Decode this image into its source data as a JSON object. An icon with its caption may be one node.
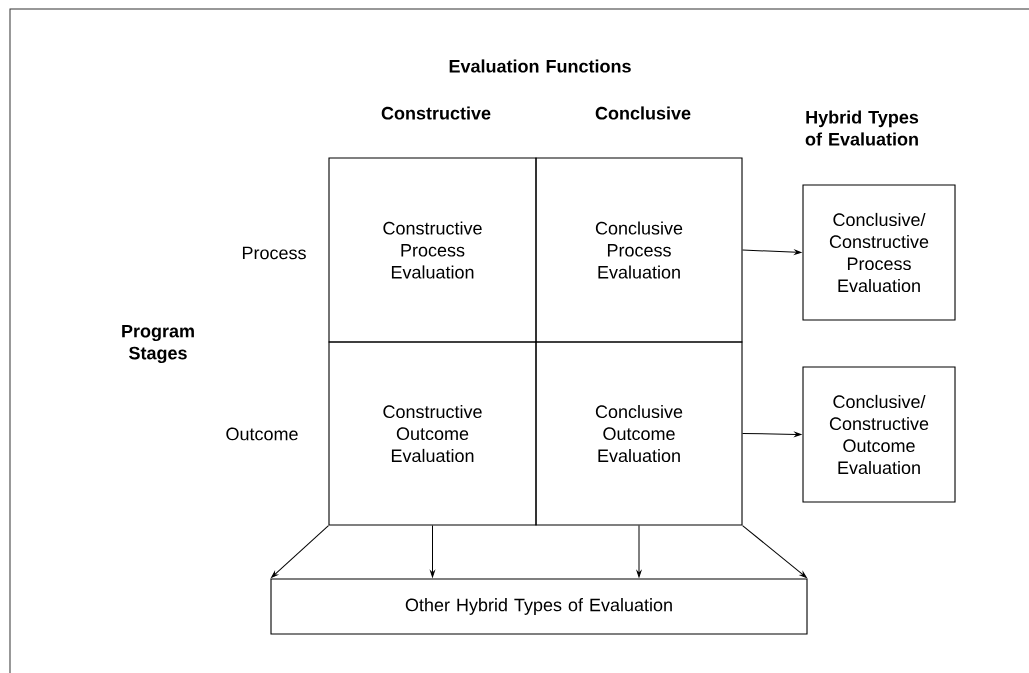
{
  "diagram": {
    "nodes": [
      {
        "text": [
          "Constructive Process Evaluation"
        ]
      },
      {
        "text": [
          "Conclusive Process Evaluation"
        ]
      },
      {
        "text": [
          "Conclusive/ Constructive Process Evaluation"
        ]
      },
      {
        "text": [
          "Constructive Outcome Evaluation"
        ]
      },
      {
        "text": [
          "Conclusive Outcome Evaluation"
        ]
      },
      {
        "text": [
          "Conclusive/ Constructive Outcome Evaluation"
        ]
      },
      {
        "text": [
          "Other Hybrid Types of Evaluation"
        ]
      }
    ],
    "edges": [
      {
        "from": 1,
        "to": 2,
        "arrow": "to"
      },
      {
        "from": 4,
        "to": 5,
        "arrow": "to"
      },
      {
        "from": 3,
        "to": 6,
        "arrow": "to"
      },
      {
        "from": 3,
        "to": 6,
        "arrow": "to"
      },
      {
        "from": 4,
        "to": 6,
        "arrow": "to"
      },
      {
        "from": 4,
        "to": 6,
        "arrow": "to"
      }
    ],
    "labels": [
      "Evaluation Functions",
      "Constructive",
      "Conclusive",
      "Hybrid Types of Evaluation",
      "Process",
      "Program Stages",
      "Outcome"
    ]
  }
}
